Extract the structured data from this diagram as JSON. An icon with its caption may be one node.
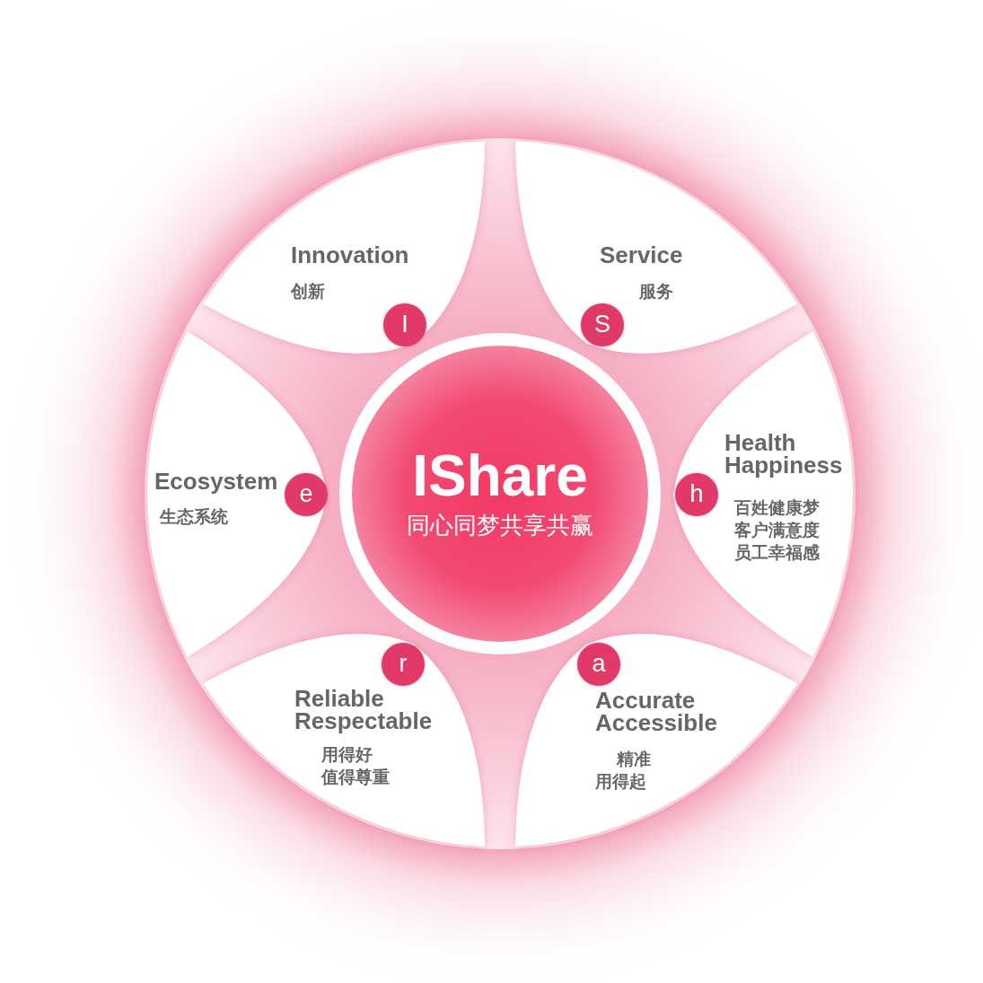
{
  "diagram": {
    "nodes": [
      {
        "text": [
          "IShare",
          "同心同梦共享共赢"
        ]
      },
      {
        "text": [
          "Innovation",
          "创新"
        ]
      },
      {
        "text": [
          "I"
        ],
        "in": 1
      },
      {
        "text": [
          "Service",
          "服务"
        ]
      },
      {
        "text": [
          "S"
        ],
        "in": 3
      },
      {
        "text": [
          "Health Happiness",
          "百姓健康梦",
          "客户满意度",
          "员工幸福感"
        ]
      },
      {
        "text": [
          "h"
        ],
        "in": 5
      },
      {
        "text": [
          "Ecosystem",
          "生态系统"
        ]
      },
      {
        "text": [
          "e"
        ],
        "in": 7
      },
      {
        "text": [
          "Reliable Respectable",
          "用得好",
          "值得尊重"
        ]
      },
      {
        "text": [
          "r"
        ],
        "in": 9
      },
      {
        "text": [
          "Accurate Accessible",
          "精准",
          "用得起"
        ]
      },
      {
        "text": [
          "a"
        ],
        "in": 11
      }
    ]
  }
}
